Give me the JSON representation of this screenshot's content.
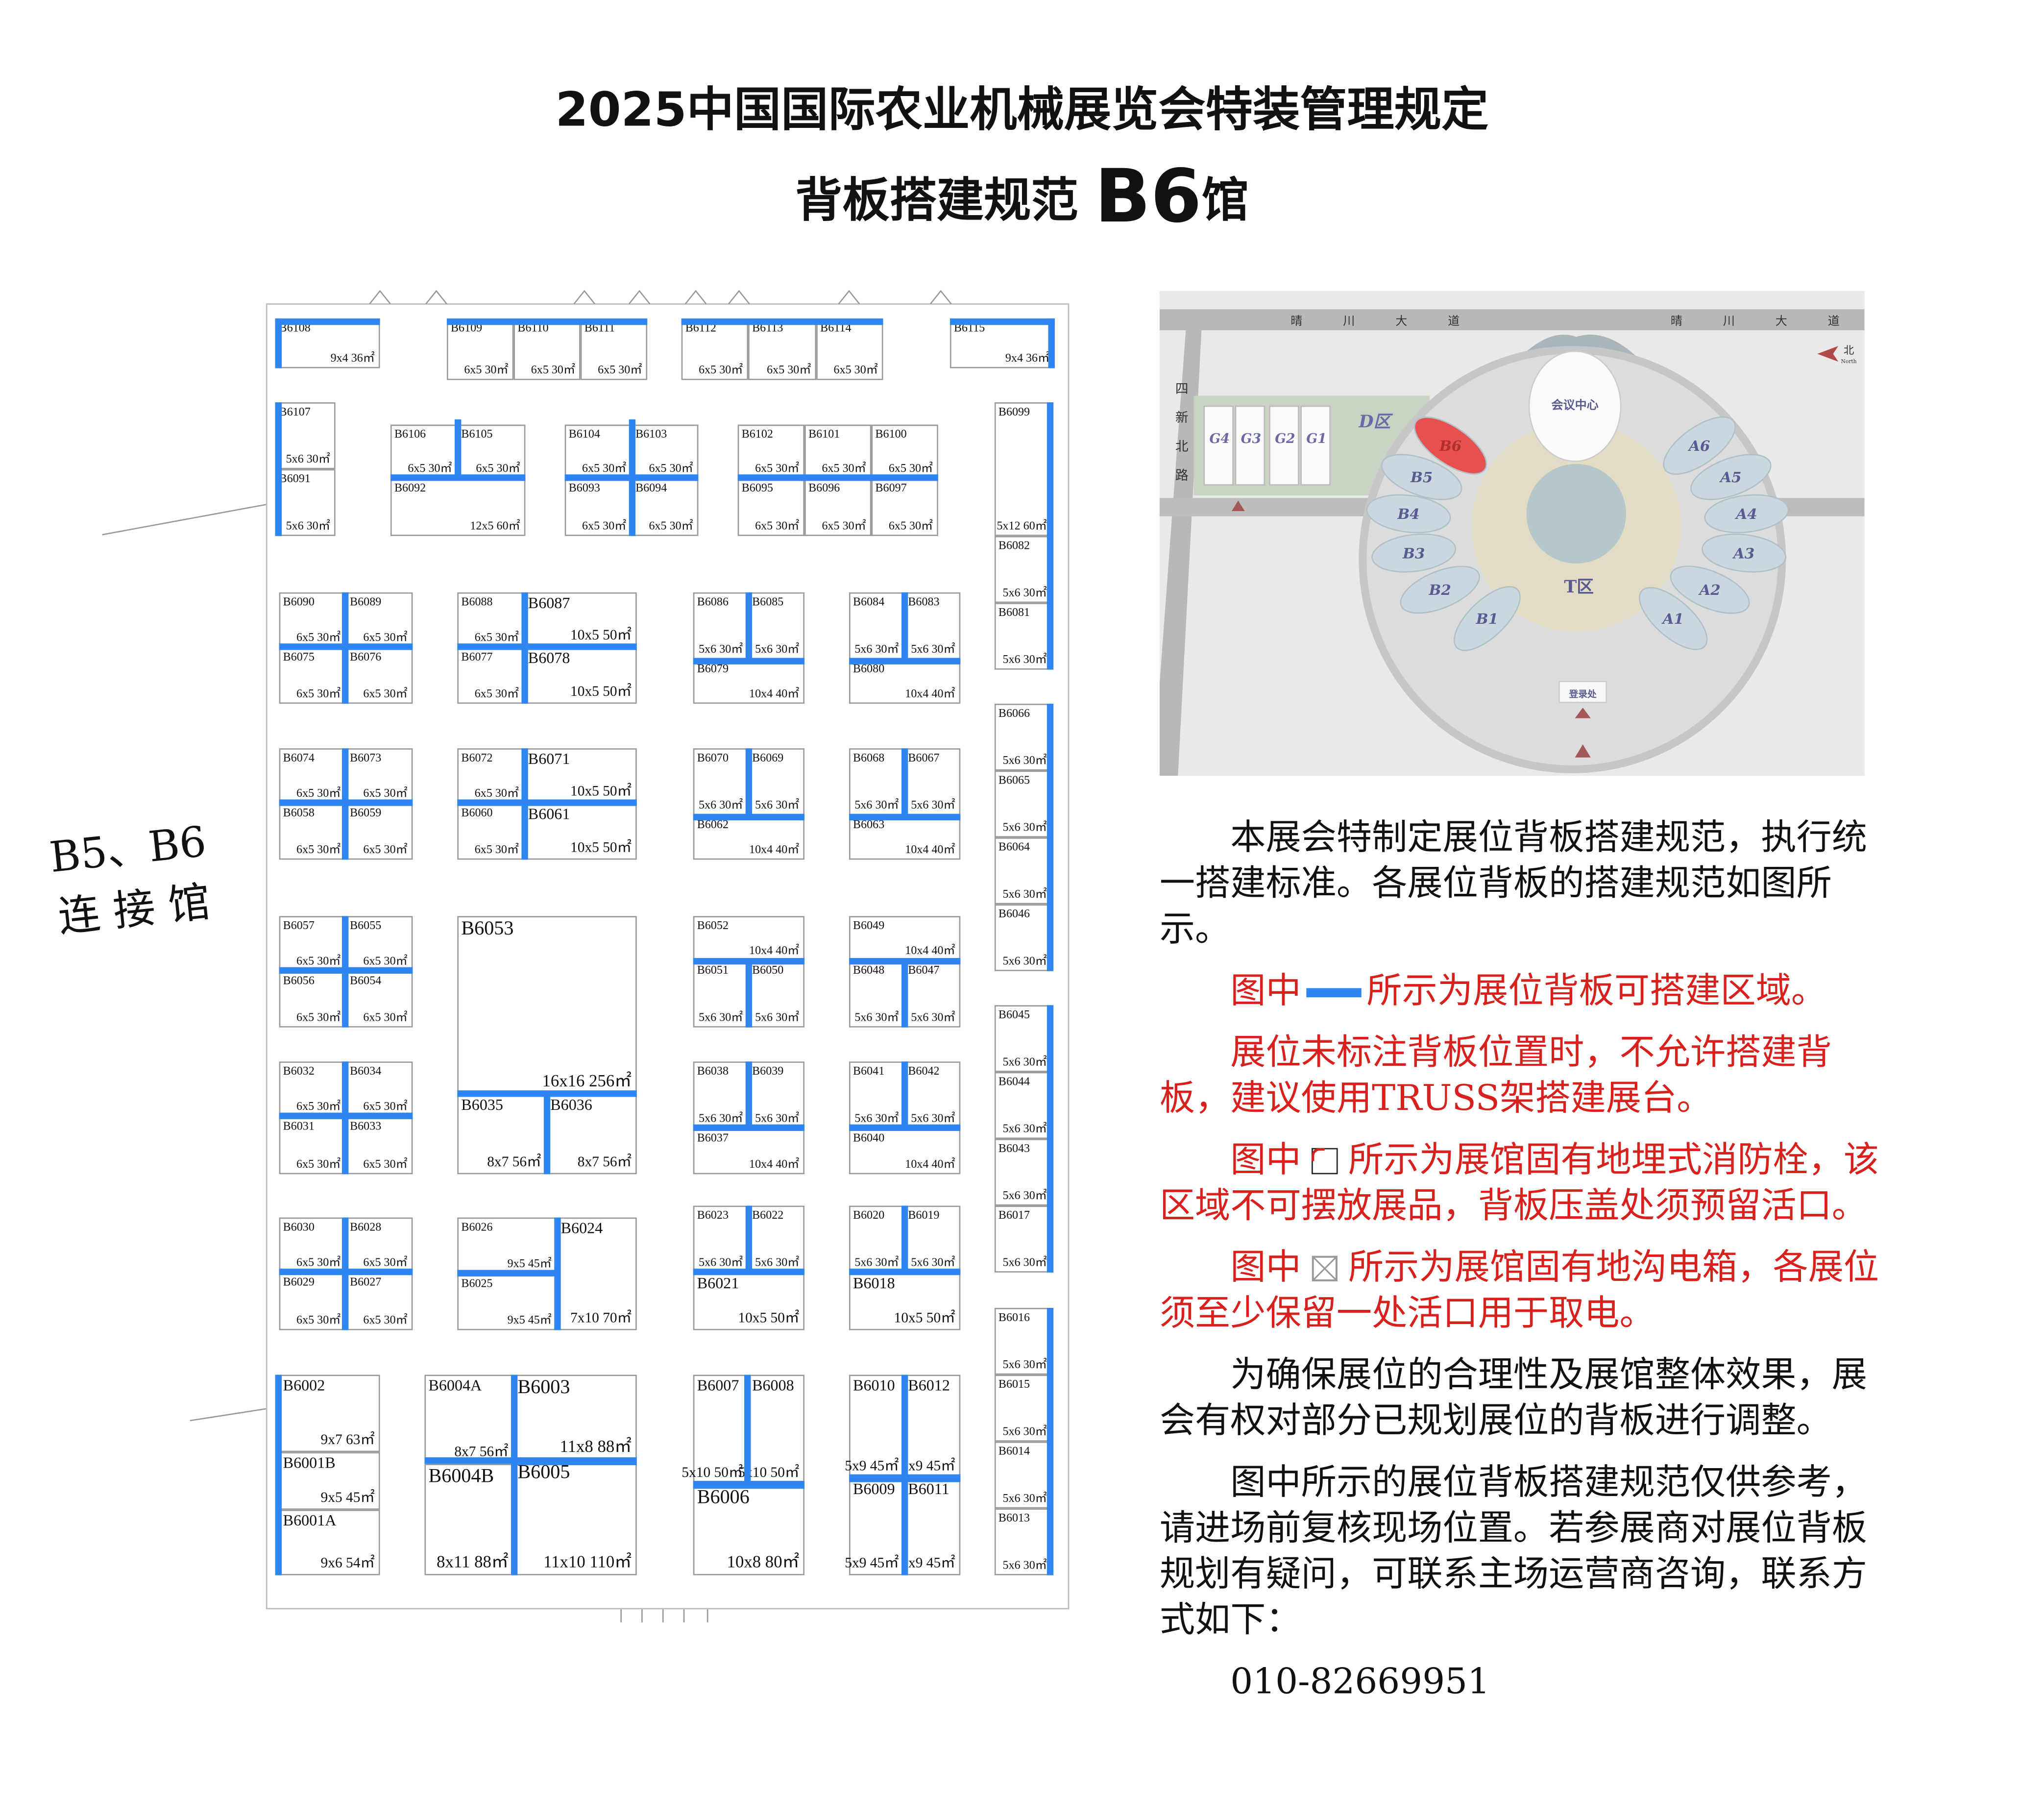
{
  "header": {
    "title": "2025中国国际农业机械展览会特装管理规定",
    "subtitle_prefix": "背板搭建规范 ",
    "subtitle_hall": "B6",
    "subtitle_suffix": "馆"
  },
  "plan": {
    "link_hall_label": "B5、B6 连 接 馆",
    "wall_color": "#2f86f0",
    "booths": [
      {
        "id": "B6108",
        "size": "9x4 36㎡"
      },
      {
        "id": "B6109",
        "size": "6x5 30㎡"
      },
      {
        "id": "B6110",
        "size": "6x5 30㎡"
      },
      {
        "id": "B6111",
        "size": "6x5 30㎡"
      },
      {
        "id": "B6112",
        "size": "6x5 30㎡"
      },
      {
        "id": "B6113",
        "size": "6x5 30㎡"
      },
      {
        "id": "B6114",
        "size": "6x5 30㎡"
      },
      {
        "id": "B6115",
        "size": "9x4 36㎡"
      },
      {
        "id": "B6107",
        "size": "5x6 30㎡"
      },
      {
        "id": "B6091",
        "size": "5x6 30㎡"
      },
      {
        "id": "B6106",
        "size": "6x5 30㎡"
      },
      {
        "id": "B6105",
        "size": "6x5 30㎡"
      },
      {
        "id": "B6092",
        "size": "12x5 60㎡"
      },
      {
        "id": "B6104",
        "size": "6x5 30㎡"
      },
      {
        "id": "B6103",
        "size": "6x5 30㎡"
      },
      {
        "id": "B6093",
        "size": "6x5 30㎡"
      },
      {
        "id": "B6094",
        "size": "6x5 30㎡"
      },
      {
        "id": "B6102",
        "size": "6x5 30㎡"
      },
      {
        "id": "B6101",
        "size": "6x5 30㎡"
      },
      {
        "id": "B6100",
        "size": "6x5 30㎡"
      },
      {
        "id": "B6095",
        "size": "6x5 30㎡"
      },
      {
        "id": "B6096",
        "size": "6x5 30㎡"
      },
      {
        "id": "B6097",
        "size": "6x5 30㎡"
      },
      {
        "id": "B6099",
        "size": "5x12 60㎡"
      },
      {
        "id": "B6082",
        "size": "5x6 30㎡"
      },
      {
        "id": "B6081",
        "size": "5x6 30㎡"
      },
      {
        "id": "B6090",
        "size": "6x5 30㎡"
      },
      {
        "id": "B6089",
        "size": "6x5 30㎡"
      },
      {
        "id": "B6075",
        "size": "6x5 30㎡"
      },
      {
        "id": "B6076",
        "size": "6x5 30㎡"
      },
      {
        "id": "B6088",
        "size": "6x5 30㎡"
      },
      {
        "id": "B6087",
        "size": "10x5 50㎡"
      },
      {
        "id": "B6077",
        "size": "6x5 30㎡"
      },
      {
        "id": "B6078",
        "size": "10x5 50㎡"
      },
      {
        "id": "B6086",
        "size": "5x6 30㎡"
      },
      {
        "id": "B6085",
        "size": "5x6 30㎡"
      },
      {
        "id": "B6079",
        "size": "10x4 40㎡"
      },
      {
        "id": "B6084",
        "size": "5x6 30㎡"
      },
      {
        "id": "B6083",
        "size": "5x6 30㎡"
      },
      {
        "id": "B6080",
        "size": "10x4 40㎡"
      },
      {
        "id": "B6066",
        "size": "5x6 30㎡"
      },
      {
        "id": "B6065",
        "size": "5x6 30㎡"
      },
      {
        "id": "B6064",
        "size": "5x6 30㎡"
      },
      {
        "id": "B6046",
        "size": "5x6 30㎡"
      },
      {
        "id": "B6074",
        "size": "6x5 30㎡"
      },
      {
        "id": "B6073",
        "size": "6x5 30㎡"
      },
      {
        "id": "B6058",
        "size": "6x5 30㎡"
      },
      {
        "id": "B6059",
        "size": "6x5 30㎡"
      },
      {
        "id": "B6072",
        "size": "6x5 30㎡"
      },
      {
        "id": "B6071",
        "size": "10x5 50㎡"
      },
      {
        "id": "B6060",
        "size": "6x5 30㎡"
      },
      {
        "id": "B6061",
        "size": "10x5 50㎡"
      },
      {
        "id": "B6070",
        "size": "5x6 30㎡"
      },
      {
        "id": "B6069",
        "size": "5x6 30㎡"
      },
      {
        "id": "B6062",
        "size": "10x4 40㎡"
      },
      {
        "id": "B6068",
        "size": "5x6 30㎡"
      },
      {
        "id": "B6067",
        "size": "5x6 30㎡"
      },
      {
        "id": "B6063",
        "size": "10x4 40㎡"
      },
      {
        "id": "B6057",
        "size": "6x5 30㎡"
      },
      {
        "id": "B6055",
        "size": "6x5 30㎡"
      },
      {
        "id": "B6056",
        "size": "6x5 30㎡"
      },
      {
        "id": "B6054",
        "size": "6x5 30㎡"
      },
      {
        "id": "B6053",
        "size": "16x16 256㎡"
      },
      {
        "id": "B6035",
        "size": "8x7 56㎡"
      },
      {
        "id": "B6036",
        "size": "8x7 56㎡"
      },
      {
        "id": "B6052",
        "size": "10x4 40㎡"
      },
      {
        "id": "B6051",
        "size": "5x6 30㎡"
      },
      {
        "id": "B6050",
        "size": "5x6 30㎡"
      },
      {
        "id": "B6049",
        "size": "10x4 40㎡"
      },
      {
        "id": "B6048",
        "size": "5x6 30㎡"
      },
      {
        "id": "B6047",
        "size": "5x6 30㎡"
      },
      {
        "id": "B6045",
        "size": "5x6 30㎡"
      },
      {
        "id": "B6044",
        "size": "5x6 30㎡"
      },
      {
        "id": "B6043",
        "size": "5x6 30㎡"
      },
      {
        "id": "B6017",
        "size": "5x6 30㎡"
      },
      {
        "id": "B6032",
        "size": "6x5 30㎡"
      },
      {
        "id": "B6034",
        "size": "6x5 30㎡"
      },
      {
        "id": "B6031",
        "size": "6x5 30㎡"
      },
      {
        "id": "B6033",
        "size": "6x5 30㎡"
      },
      {
        "id": "B6038",
        "size": "5x6 30㎡"
      },
      {
        "id": "B6039",
        "size": "5x6 30㎡"
      },
      {
        "id": "B6037",
        "size": "10x4 40㎡"
      },
      {
        "id": "B6041",
        "size": "5x6 30㎡"
      },
      {
        "id": "B6042",
        "size": "5x6 30㎡"
      },
      {
        "id": "B6040",
        "size": "10x4 40㎡"
      },
      {
        "id": "B6030",
        "size": "6x5 30㎡"
      },
      {
        "id": "B6028",
        "size": "6x5 30㎡"
      },
      {
        "id": "B6029",
        "size": "6x5 30㎡"
      },
      {
        "id": "B6027",
        "size": "6x5 30㎡"
      },
      {
        "id": "B6026",
        "size": "9x5 45㎡"
      },
      {
        "id": "B6025",
        "size": "9x5 45㎡"
      },
      {
        "id": "B6024",
        "size": "7x10 70㎡"
      },
      {
        "id": "B6023",
        "size": "5x6 30㎡"
      },
      {
        "id": "B6022",
        "size": "5x6 30㎡"
      },
      {
        "id": "B6021",
        "size": "10x5 50㎡"
      },
      {
        "id": "B6020",
        "size": "5x6 30㎡"
      },
      {
        "id": "B6019",
        "size": "5x6 30㎡"
      },
      {
        "id": "B6018",
        "size": "10x5 50㎡"
      },
      {
        "id": "B6016",
        "size": "5x6 30㎡"
      },
      {
        "id": "B6015",
        "size": "5x6 30㎡"
      },
      {
        "id": "B6014",
        "size": "5x6 30㎡"
      },
      {
        "id": "B6013",
        "size": "5x6 30㎡"
      },
      {
        "id": "B6002",
        "size": "9x7 63㎡"
      },
      {
        "id": "B6001B",
        "size": "9x5 45㎡"
      },
      {
        "id": "B6001A",
        "size": "9x6 54㎡"
      },
      {
        "id": "B6004A",
        "size": "8x7 56㎡"
      },
      {
        "id": "B6004B",
        "size": "8x11 88㎡"
      },
      {
        "id": "B6003",
        "size": "11x8 88㎡"
      },
      {
        "id": "B6005",
        "size": "11x10 110㎡"
      },
      {
        "id": "B6007",
        "size": "5x10 50㎡"
      },
      {
        "id": "B6008",
        "size": "5x10 50㎡"
      },
      {
        "id": "B6006",
        "size": "10x8 80㎡"
      },
      {
        "id": "B6010",
        "size": "5x9 45㎡"
      },
      {
        "id": "B6012",
        "size": "5x9 45㎡"
      },
      {
        "id": "B6009",
        "size": "5x9 45㎡"
      },
      {
        "id": "B6011",
        "size": "5x9 45㎡"
      }
    ]
  },
  "map": {
    "road_top": [
      "晴",
      "川",
      "大",
      "道"
    ],
    "road_left": [
      "四",
      "新",
      "北",
      "路"
    ],
    "zone_d": "D区",
    "g_halls": [
      "G4",
      "G3",
      "G2",
      "G1"
    ],
    "conference": "会议中心",
    "halls_b": [
      "B6",
      "B5",
      "B4",
      "B3",
      "B2",
      "B1"
    ],
    "halls_a": [
      "A6",
      "A5",
      "A4",
      "A3",
      "A2",
      "A1"
    ],
    "zone_t": "T区",
    "registration": "登录处",
    "north": "北",
    "north_en": "North",
    "highlight_color": "#e8504f"
  },
  "notes": {
    "p1": "本展会特制定展位背板搭建规范，执行统一搭建标准。各展位背板的搭建规范如图所示。",
    "legend_wall_pre": "图中",
    "legend_wall_post": "所示为展位背板可搭建区域。",
    "p_no_wall": "展位未标注背板位置时，不允许搭建背板，建议使用TRUSS架搭建展台。",
    "legend_hydrant_pre": "图中",
    "legend_hydrant_post": "所示为展馆固有地埋式消防栓，该区域不可摆放展品，背板压盖处须预留活口。",
    "legend_box_pre": "图中",
    "legend_box_post": "所示为展馆固有地沟电箱，各展位须至少保留一处活口用于取电。",
    "p_adjust": "为确保展位的合理性及展馆整体效果，展会有权对部分已规划展位的背板进行调整。",
    "p_reference": "图中所示的展位背板搭建规范仅供参考，请进场前复核现场位置。若参展商对展位背板规划有疑问，可联系主场运营商咨询，联系方式如下：",
    "phone": "010-82669951"
  }
}
